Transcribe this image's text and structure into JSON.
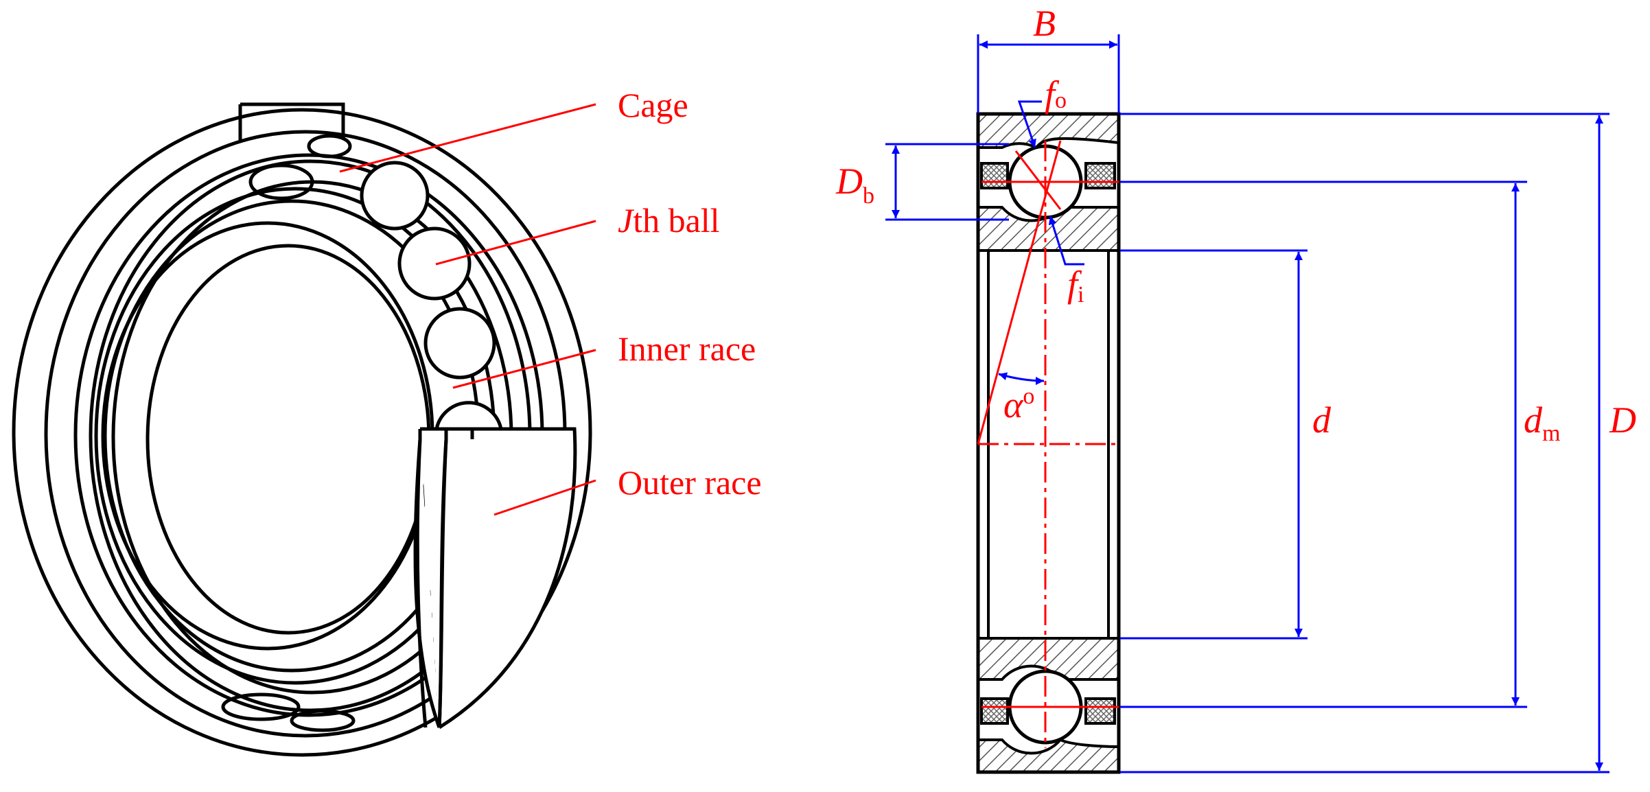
{
  "colors": {
    "outline": "#000000",
    "annotation": "#ff0000",
    "dimension": "#0000ff",
    "hatch": "#555555",
    "cage": "#888888"
  },
  "left_view": {
    "labels": {
      "cage": "Cage",
      "ball_italic": "J",
      "ball_rest": "th ball",
      "inner_race": "Inner race",
      "outer_race": "Outer race"
    }
  },
  "right_view": {
    "width_var": "B",
    "ball_diameter": {
      "var": "D",
      "sub": "b"
    },
    "outer_groove": {
      "var": "f",
      "sub": "o"
    },
    "inner_groove": {
      "var": "f",
      "sub": "i"
    },
    "contact_angle": {
      "var": "α",
      "unit": "o"
    },
    "bore": "d",
    "pitch_diameter": {
      "var": "d",
      "sub": "m"
    },
    "outer_diameter": "D"
  }
}
